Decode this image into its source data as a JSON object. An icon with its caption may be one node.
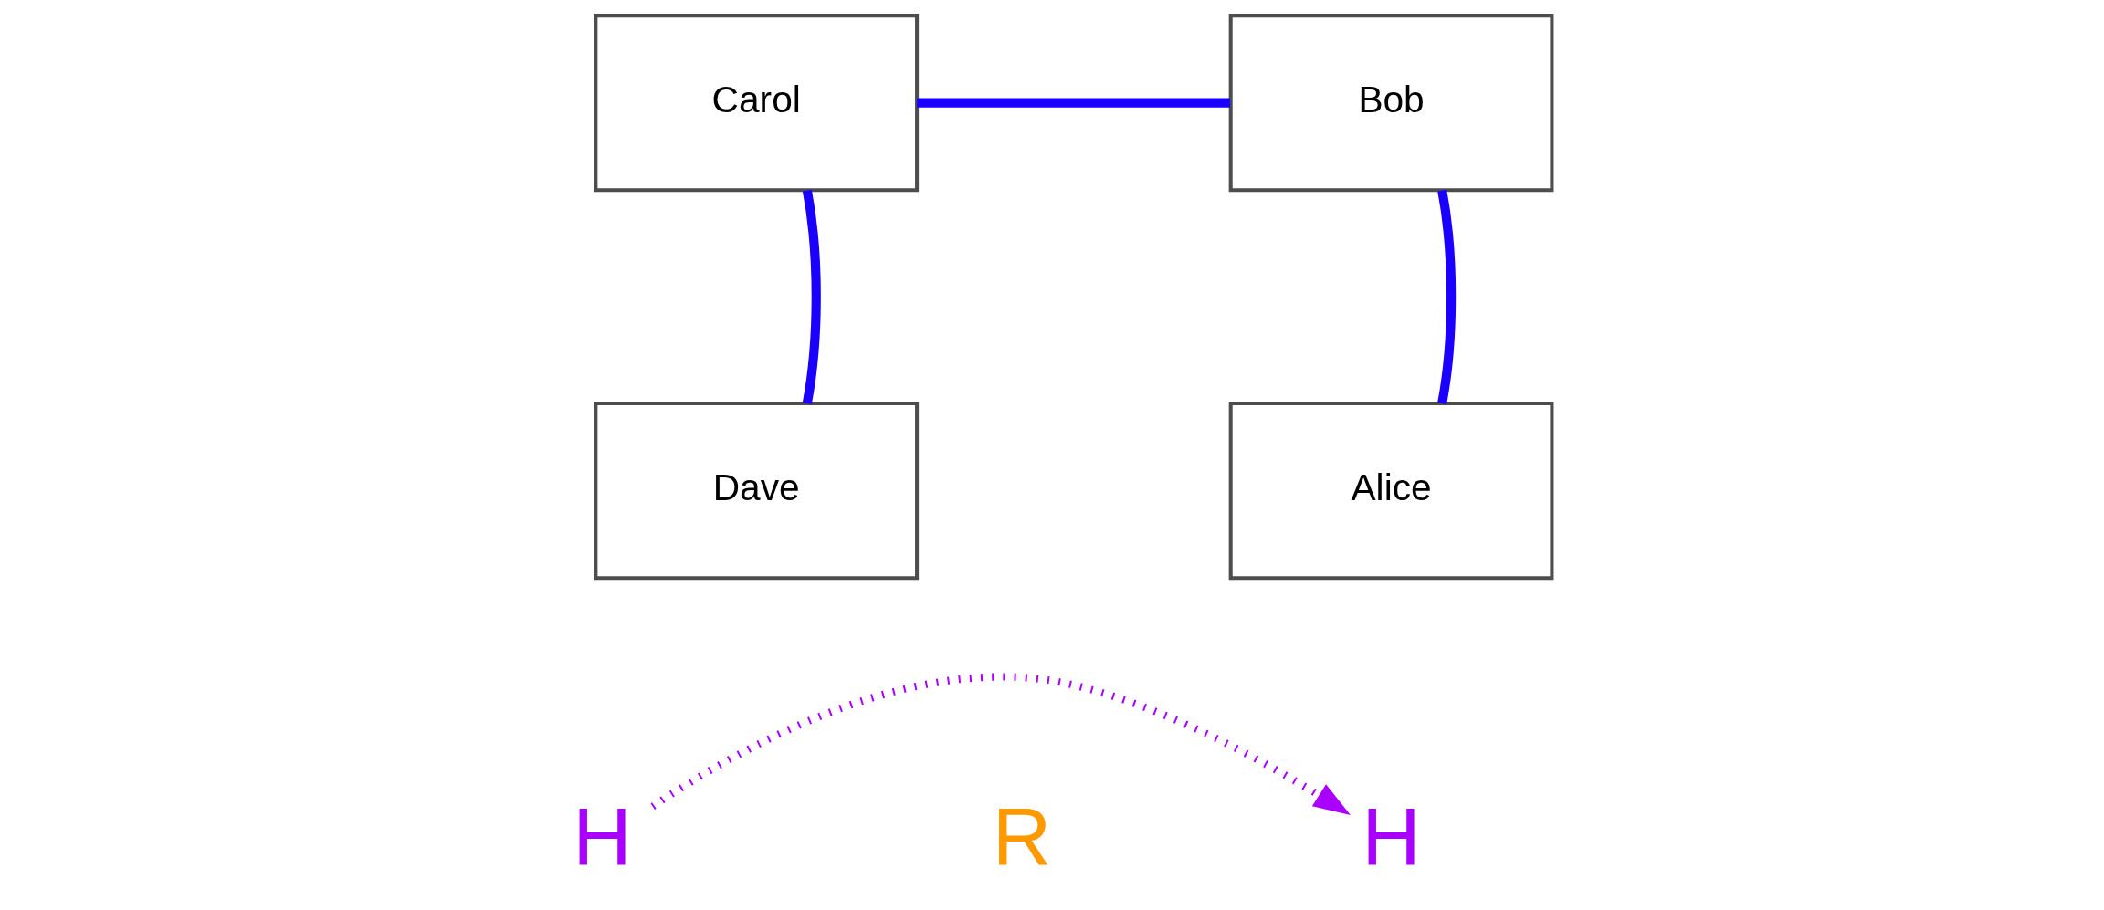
{
  "diagram": {
    "nodes": [
      {
        "text": [
          "Alice"
        ]
      },
      {
        "text": [
          "Bob"
        ]
      },
      {
        "text": [
          "Carol"
        ]
      },
      {
        "text": [
          "Dave"
        ]
      },
      {
        "text": [
          "H"
        ]
      },
      {
        "text": [
          "H"
        ]
      }
    ],
    "edges": [
      {
        "from": 0,
        "to": 1,
        "arrow": "none"
      },
      {
        "from": 1,
        "to": 2,
        "arrow": "none"
      },
      {
        "from": 2,
        "to": 3,
        "arrow": "none"
      },
      {
        "from": 5,
        "to": 4,
        "arrow": "to",
        "style": "dashed",
        "color": "#aa00ff"
      }
    ],
    "labels": [
      "R"
    ]
  }
}
